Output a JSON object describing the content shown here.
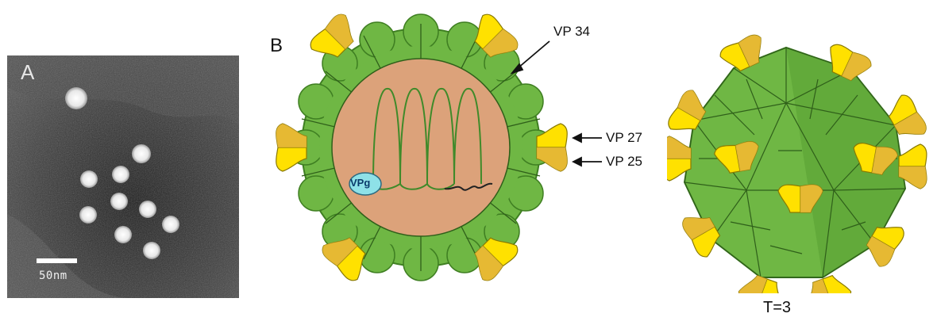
{
  "panel_a": {
    "letter": "A",
    "scale_label": "50nm"
  },
  "panel_b": {
    "letter": "B",
    "vpg_label": "VPg",
    "callouts": {
      "vp34": "VP 34",
      "vp27": "VP 27",
      "vp25": "VP 25"
    }
  },
  "panel_c": {
    "triangulation_label": "T=3"
  },
  "colors": {
    "capsid_green": "#6fb744",
    "capsid_green_dark": "#3f7f22",
    "spike_yellow": "#ffe100",
    "spike_yellow_dark": "#e2b13c",
    "core_fill": "#dca27a",
    "rna_strand": "#3f8a2a",
    "vpg_fill": "#8ee1e8"
  }
}
